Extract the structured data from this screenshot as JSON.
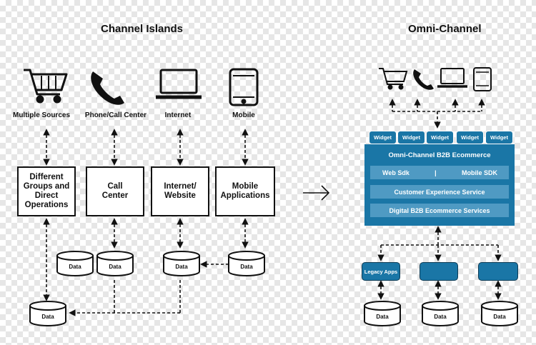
{
  "left": {
    "title": "Channel Islands",
    "sources": [
      {
        "label": "Multiple Sources",
        "icon": "shopping-cart-icon"
      },
      {
        "label": "Phone/Call Center",
        "icon": "phone-icon"
      },
      {
        "label": "Internet",
        "icon": "laptop-icon"
      },
      {
        "label": "Mobile",
        "icon": "mobile-icon"
      }
    ],
    "boxes": [
      {
        "label": "Different Groups and Direct Operations"
      },
      {
        "label": "Call Center"
      },
      {
        "label": "Internet/ Website"
      },
      {
        "label": "Mobile Applications"
      }
    ],
    "data_label": "Data"
  },
  "arrow_symbol": "→",
  "right": {
    "title": "Omni-Channel",
    "widgets": [
      "Widget",
      "Widget",
      "Widget",
      "Widget",
      "Widget"
    ],
    "platform": {
      "title": "Omni-Channel B2B Ecommerce",
      "sdk_left": "Web Sdk",
      "sdk_sep": "|",
      "sdk_right": "Mobile SDK",
      "service1": "Customer Experience Service",
      "service2": "Digital B2B Ecommerce Services"
    },
    "outputs": [
      "Legacy Apps",
      "",
      ""
    ],
    "data_label": "Data"
  },
  "colors": {
    "primary": "#1a76a6",
    "bar": "#4f9ac3",
    "line": "#111111"
  }
}
